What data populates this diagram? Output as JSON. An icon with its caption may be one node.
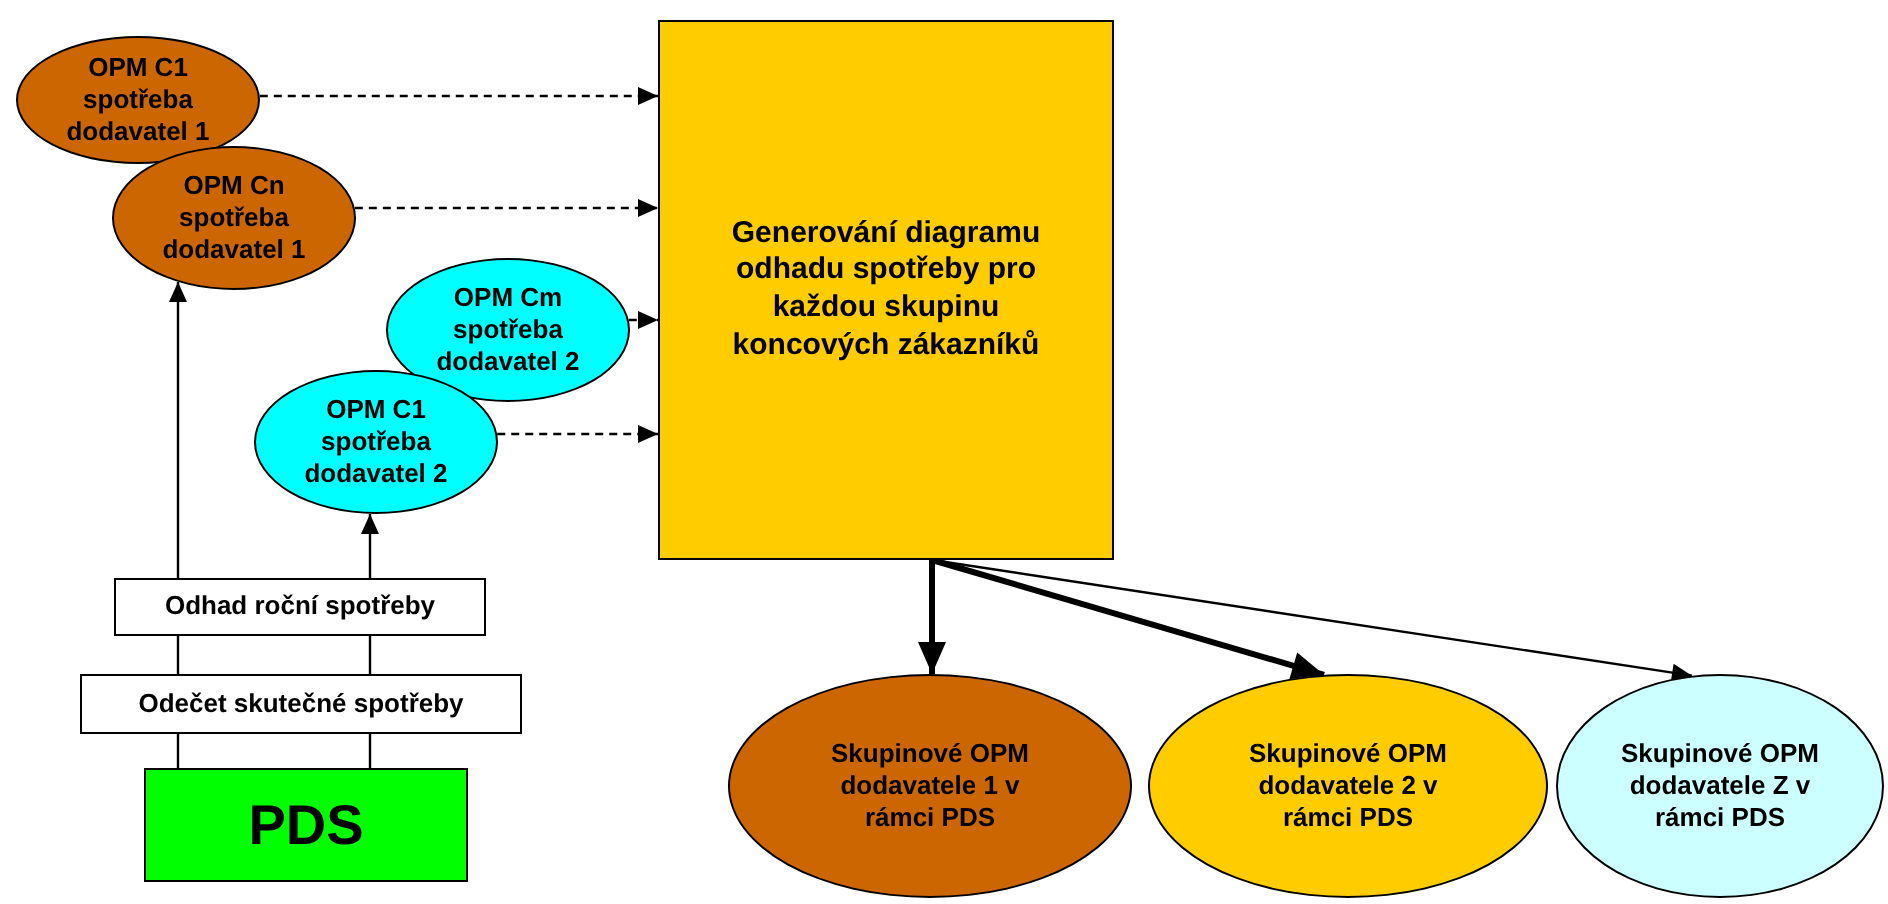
{
  "diagram": {
    "nodes": [
      {
        "text": [
          "OPM C1 spotřeba dodavatel 1"
        ]
      },
      {
        "text": [
          "OPM Cn spotřeba dodavatel 1"
        ]
      },
      {
        "text": [
          "OPM Cm spotřeba dodavatel 2"
        ]
      },
      {
        "text": [
          "OPM C1 spotřeba dodavatel 2"
        ]
      },
      {
        "text": [
          "Odhad roční spotřeby"
        ]
      },
      {
        "text": [
          "Odečet skutečné spotřeby"
        ]
      },
      {
        "text": [
          "PDS"
        ]
      },
      {
        "text": [
          "Generování diagramu odhadu spotřeby pro každou skupinu koncových zákazníků"
        ]
      },
      {
        "text": [
          "Skupinové OPM dodavatele 1 v rámci PDS"
        ]
      },
      {
        "text": [
          "Skupinové OPM dodavatele 2 v rámci PDS"
        ]
      },
      {
        "text": [
          "Skupinové OPM dodavatele Z v rámci PDS"
        ]
      }
    ],
    "edges": [
      {
        "from": 0,
        "to": 7,
        "arrow": "to",
        "style": "dashed"
      },
      {
        "from": 1,
        "to": 7,
        "arrow": "to",
        "style": "dashed"
      },
      {
        "from": 2,
        "to": 7,
        "arrow": "to",
        "style": "dashed"
      },
      {
        "from": 3,
        "to": 7,
        "arrow": "to",
        "style": "dashed"
      },
      {
        "from": 6,
        "to": 5,
        "arrow": "none"
      },
      {
        "from": 5,
        "to": 4,
        "arrow": "none"
      },
      {
        "from": 4,
        "to": 1,
        "arrow": "to"
      },
      {
        "from": 6,
        "to": 5,
        "arrow": "none"
      },
      {
        "from": 5,
        "to": 4,
        "arrow": "none"
      },
      {
        "from": 4,
        "to": 3,
        "arrow": "to"
      },
      {
        "from": 7,
        "to": 8,
        "arrow": "to",
        "style": "thick"
      },
      {
        "from": 7,
        "to": 9,
        "arrow": "to",
        "style": "thick"
      },
      {
        "from": 7,
        "to": 10,
        "arrow": "to"
      }
    ]
  }
}
